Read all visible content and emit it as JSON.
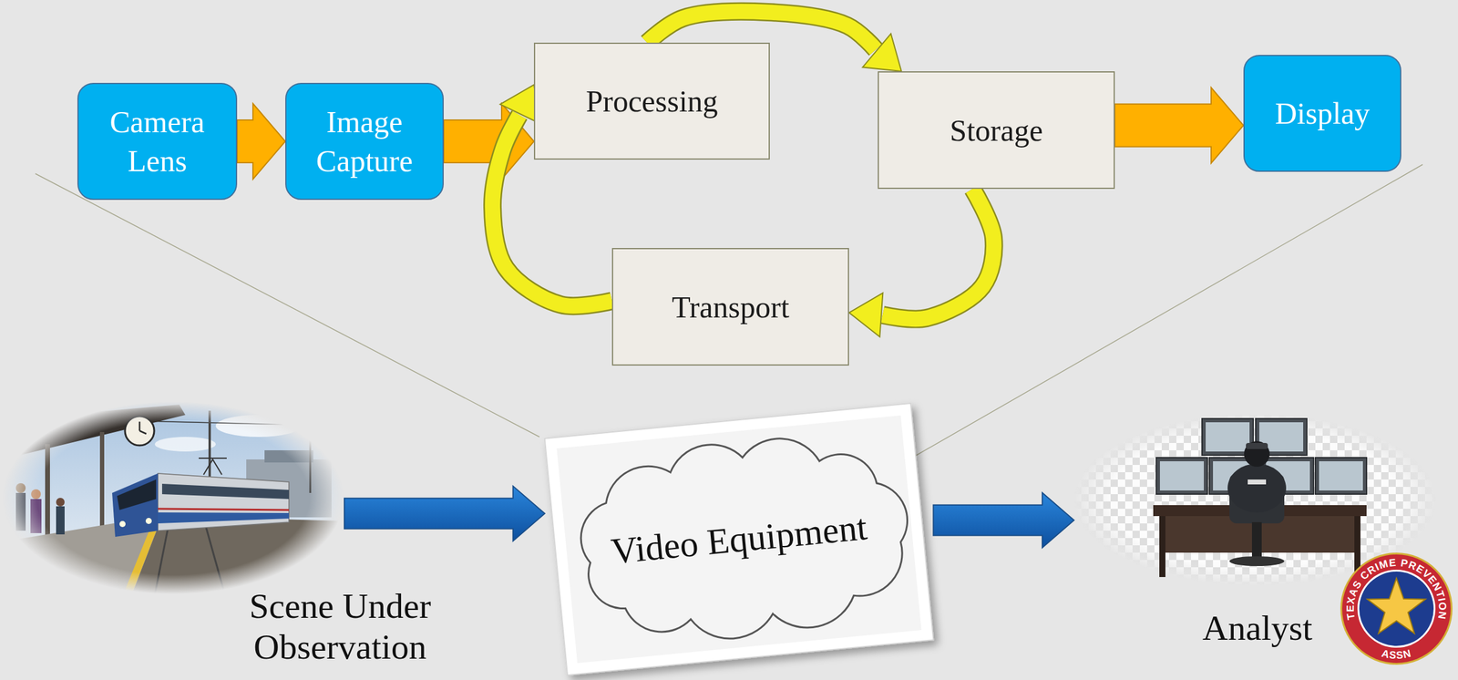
{
  "diagram": {
    "nodes": [
      {
        "text": [
          "Camera Lens"
        ]
      },
      {
        "text": [
          "Image Capture"
        ]
      },
      {
        "text": [
          "Processing"
        ]
      },
      {
        "text": [
          "Storage"
        ]
      },
      {
        "text": [
          "Transport"
        ]
      },
      {
        "text": [
          "Display"
        ]
      },
      {
        "text": [
          "Scene Under Observation"
        ]
      },
      {
        "text": [
          "Video Equipment"
        ]
      },
      {
        "text": [
          "Analyst"
        ]
      }
    ],
    "edges": [
      {
        "from": 0,
        "to": 1,
        "arrow": "to"
      },
      {
        "from": 1,
        "to": 2,
        "arrow": "to"
      },
      {
        "from": 2,
        "to": 3,
        "arrow": "to"
      },
      {
        "from": 3,
        "to": 4,
        "arrow": "to"
      },
      {
        "from": 4,
        "to": 2,
        "arrow": "to"
      },
      {
        "from": 3,
        "to": 5,
        "arrow": "to"
      },
      {
        "from": 6,
        "to": 7,
        "arrow": "to"
      },
      {
        "from": 7,
        "to": 8,
        "arrow": "to"
      }
    ],
    "labels": [
      "TEXAS CRIME PREVENTION",
      "ASSN"
    ]
  }
}
